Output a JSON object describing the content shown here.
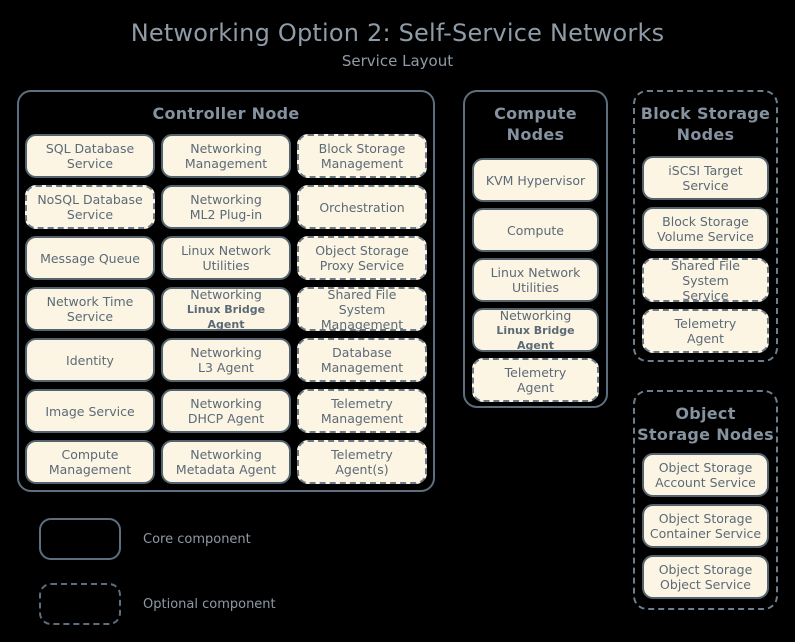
{
  "header": {
    "title": "Networking Option 2: Self-Service Networks",
    "subtitle": "Service Layout"
  },
  "colors": {
    "background": "#000000",
    "box_fill": "#fdf5e3",
    "box_border": "#53646f",
    "text": "#5b6a77",
    "title_text": "#8f9ca8",
    "container_border": "#5d6f7e"
  },
  "nodes": {
    "controller": {
      "title": "Controller Node",
      "columns": [
        {
          "items": [
            {
              "l1": "SQL Database",
              "l2": "Service",
              "optional": false,
              "agent": false
            },
            {
              "l1": "NoSQL Database",
              "l2": "Service",
              "optional": true,
              "agent": false
            },
            {
              "l1": "Message Queue",
              "l2": "",
              "optional": false,
              "agent": false
            },
            {
              "l1": "Network Time",
              "l2": "Service",
              "optional": false,
              "agent": false
            },
            {
              "l1": "Identity",
              "l2": "",
              "optional": false,
              "agent": false
            },
            {
              "l1": "Image Service",
              "l2": "",
              "optional": false,
              "agent": false
            },
            {
              "l1": "Compute",
              "l2": "Management",
              "optional": false,
              "agent": false
            }
          ]
        },
        {
          "items": [
            {
              "l1": "Networking",
              "l2": "Management",
              "optional": false,
              "agent": false
            },
            {
              "l1": "Networking",
              "l2": "ML2 Plug-in",
              "optional": false,
              "agent": false
            },
            {
              "l1": "Linux Network",
              "l2": "Utilities",
              "optional": false,
              "agent": false
            },
            {
              "l1": "Networking",
              "l2": "Linux Bridge Agent",
              "optional": false,
              "agent": true
            },
            {
              "l1": "Networking",
              "l2": "L3 Agent",
              "optional": false,
              "agent": false
            },
            {
              "l1": "Networking",
              "l2": "DHCP Agent",
              "optional": false,
              "agent": false
            },
            {
              "l1": "Networking",
              "l2": "Metadata Agent",
              "optional": false,
              "agent": false
            }
          ]
        },
        {
          "items": [
            {
              "l1": "Block Storage",
              "l2": "Management",
              "optional": true,
              "agent": false
            },
            {
              "l1": "Orchestration",
              "l2": "",
              "optional": true,
              "agent": false
            },
            {
              "l1": "Object Storage",
              "l2": "Proxy Service",
              "optional": true,
              "agent": false
            },
            {
              "l1": "Shared File System",
              "l2": "Management",
              "optional": true,
              "agent": false
            },
            {
              "l1": "Database",
              "l2": "Management",
              "optional": true,
              "agent": false
            },
            {
              "l1": "Telemetry",
              "l2": "Management",
              "optional": true,
              "agent": false
            },
            {
              "l1": "Telemetry",
              "l2": "Agent(s)",
              "optional": true,
              "agent": false
            }
          ]
        }
      ]
    },
    "compute": {
      "title_l1": "Compute",
      "title_l2": "Nodes",
      "optional": false,
      "items": [
        {
          "l1": "KVM Hypervisor",
          "l2": "",
          "optional": false,
          "agent": false
        },
        {
          "l1": "Compute",
          "l2": "",
          "optional": false,
          "agent": false
        },
        {
          "l1": "Linux Network",
          "l2": "Utilities",
          "optional": false,
          "agent": false
        },
        {
          "l1": "Networking",
          "l2": "Linux Bridge Agent",
          "optional": false,
          "agent": true
        },
        {
          "l1": "Telemetry",
          "l2": "Agent",
          "optional": true,
          "agent": false
        }
      ]
    },
    "block_storage": {
      "title_l1": "Block Storage",
      "title_l2": "Nodes",
      "optional": true,
      "items": [
        {
          "l1": "iSCSI Target",
          "l2": "Service",
          "optional": false,
          "agent": false
        },
        {
          "l1": "Block Storage",
          "l2": "Volume Service",
          "optional": false,
          "agent": false
        },
        {
          "l1": "Shared File System",
          "l2": "Service",
          "optional": true,
          "agent": false
        },
        {
          "l1": "Telemetry",
          "l2": "Agent",
          "optional": true,
          "agent": false
        }
      ]
    },
    "object_storage": {
      "title_l1": "Object",
      "title_l2": "Storage Nodes",
      "optional": true,
      "items": [
        {
          "l1": "Object Storage",
          "l2": "Account Service",
          "optional": false,
          "agent": false
        },
        {
          "l1": "Object Storage",
          "l2": "Container Service",
          "optional": false,
          "agent": false
        },
        {
          "l1": "Object Storage",
          "l2": "Object Service",
          "optional": false,
          "agent": false
        }
      ]
    }
  },
  "legend": {
    "core_label": "Core component",
    "optional_label": "Optional component"
  }
}
